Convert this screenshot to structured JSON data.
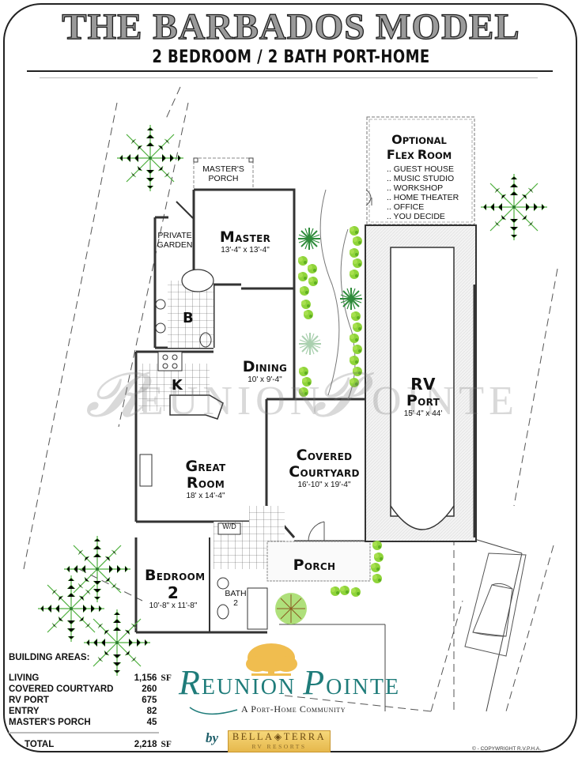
{
  "header": {
    "title": "THE BARBADOS MODEL",
    "subtitle": "2 BEDROOM / 2 BATH PORT-HOME"
  },
  "rooms": {
    "masters_porch": {
      "line1": "MASTER'S",
      "line2": "PORCH"
    },
    "private_garden": {
      "line1": "PRIVATE",
      "line2": "GARDEN"
    },
    "master": {
      "cap": "M",
      "rest": "ASTER",
      "dims": "13'-4\" x 13'-4\""
    },
    "bath_master": {
      "label": "B"
    },
    "dining": {
      "cap": "D",
      "rest": "INING",
      "dims": "10' x 9'-4\""
    },
    "kitchen": {
      "label": "K"
    },
    "great_room": {
      "cap1": "G",
      "rest1": "REAT",
      "cap2": "R",
      "rest2": "OOM",
      "dims": "18' x 14'-4\""
    },
    "covered_courtyard": {
      "cap1": "C",
      "rest1": "OVERED",
      "cap2": "C",
      "rest2": "OURTYARD",
      "dims": "16'-10\" x 19'-4\""
    },
    "rv_port": {
      "line1": "RV",
      "cap2": "P",
      "rest2": "ORT",
      "dims": "15' 4\" x 44'"
    },
    "laundry": {
      "label": "W/D"
    },
    "bedroom2": {
      "cap": "B",
      "rest": "EDROOM",
      "num": "2",
      "dims": "10'-8\" x 11'-8\""
    },
    "bath2": {
      "line1": "BATH",
      "line2": "2"
    },
    "porch": {
      "cap": "P",
      "rest": "ORCH"
    }
  },
  "flex_room": {
    "title_cap1": "O",
    "title_rest1": "PTIONAL",
    "title_cap2": "F",
    "title_rest2": "LEX",
    "title_cap3": "R",
    "title_rest3": "OOM",
    "options": [
      ".. GUEST HOUSE",
      ".. MUSIC STUDIO",
      ".. WORKSHOP",
      ".. HOME THEATER",
      ".. OFFICE",
      ".. YOU DECIDE"
    ]
  },
  "building_areas": {
    "heading": "BUILDING AREAS:",
    "rows": [
      {
        "name": "LIVING",
        "value": "1,156",
        "unit": "SF"
      },
      {
        "name": "COVERED COURTYARD",
        "value": "260",
        "unit": ""
      },
      {
        "name": "RV PORT",
        "value": "675",
        "unit": ""
      },
      {
        "name": "ENTRY",
        "value": "82",
        "unit": ""
      },
      {
        "name": "MASTER'S PORCH",
        "value": "45",
        "unit": ""
      }
    ],
    "total": {
      "name": "TOTAL",
      "value": "2,218",
      "unit": "SF"
    }
  },
  "branding": {
    "logo_cap1": "R",
    "logo_rest1": "EUNION",
    "logo_cap2": "P",
    "logo_rest2": "OINTE",
    "tagline": "A Port-Home Community",
    "by": "by",
    "partner_name": "BELLA◈TERRA",
    "partner_sub": "RV RESORTS",
    "watermark": "REUNION POINTE",
    "copyright": "© - COPYWRIGHT R.V.P.H.A."
  },
  "colors": {
    "palm": "#4caf3c",
    "shrub": "#8fd43a",
    "logo_teal": "#1f7c7a",
    "logo_tree": "#f0bd4f",
    "wall": "#333333"
  }
}
